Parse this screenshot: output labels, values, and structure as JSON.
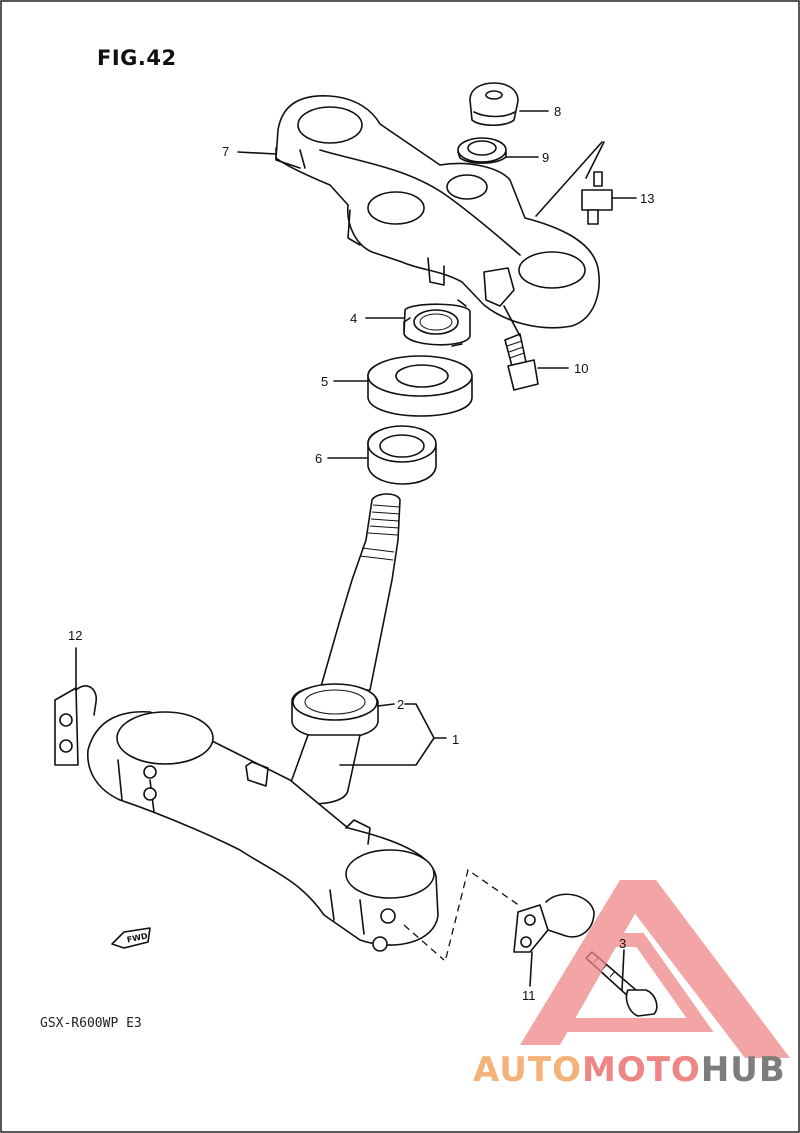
{
  "figure": {
    "title": "FIG.42",
    "model_code": "GSX-R600WP E3"
  },
  "fwd_badge": "FWD",
  "callouts": [
    {
      "id": "c1",
      "label": "1"
    },
    {
      "id": "c2",
      "label": "2"
    },
    {
      "id": "c3",
      "label": "3"
    },
    {
      "id": "c4",
      "label": "4"
    },
    {
      "id": "c5",
      "label": "5"
    },
    {
      "id": "c6",
      "label": "6"
    },
    {
      "id": "c7",
      "label": "7"
    },
    {
      "id": "c8",
      "label": "8"
    },
    {
      "id": "c9",
      "label": "9"
    },
    {
      "id": "c10",
      "label": "10"
    },
    {
      "id": "c11",
      "label": "11"
    },
    {
      "id": "c12",
      "label": "12"
    },
    {
      "id": "c13",
      "label": "13"
    }
  ],
  "watermark": {
    "part1": "AUTO",
    "part2": "MOTO",
    "part3": "HUB",
    "color_orange": "#f4b27a",
    "color_red": "#ef8686",
    "color_gray": "#7d7d7d"
  }
}
